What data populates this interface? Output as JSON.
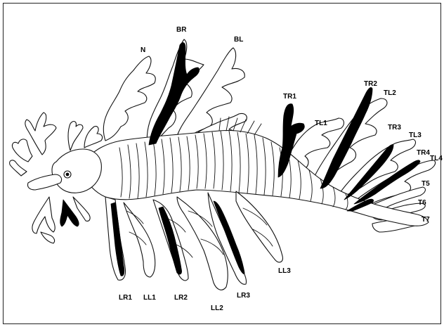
{
  "figure": {
    "ink_color": "#000000",
    "background": "#ffffff",
    "labels": [
      {
        "id": "N",
        "text": "N"
      },
      {
        "id": "BR",
        "text": "BR"
      },
      {
        "id": "BL",
        "text": "BL"
      },
      {
        "id": "TR1",
        "text": "TR1"
      },
      {
        "id": "TL1",
        "text": "TL1"
      },
      {
        "id": "TR2",
        "text": "TR2"
      },
      {
        "id": "TL2",
        "text": "TL2"
      },
      {
        "id": "TR3",
        "text": "TR3"
      },
      {
        "id": "TL3",
        "text": "TL3"
      },
      {
        "id": "TR4",
        "text": "TR4"
      },
      {
        "id": "TL4",
        "text": "TL4"
      },
      {
        "id": "T5",
        "text": "T5"
      },
      {
        "id": "T6",
        "text": "T6"
      },
      {
        "id": "T7",
        "text": "T7"
      },
      {
        "id": "LL3",
        "text": "LL3"
      },
      {
        "id": "LR1",
        "text": "LR1"
      },
      {
        "id": "LL1",
        "text": "LL1"
      },
      {
        "id": "LR2",
        "text": "LR2"
      },
      {
        "id": "LR3",
        "text": "LR3"
      },
      {
        "id": "LL2",
        "text": "LL2"
      }
    ]
  }
}
